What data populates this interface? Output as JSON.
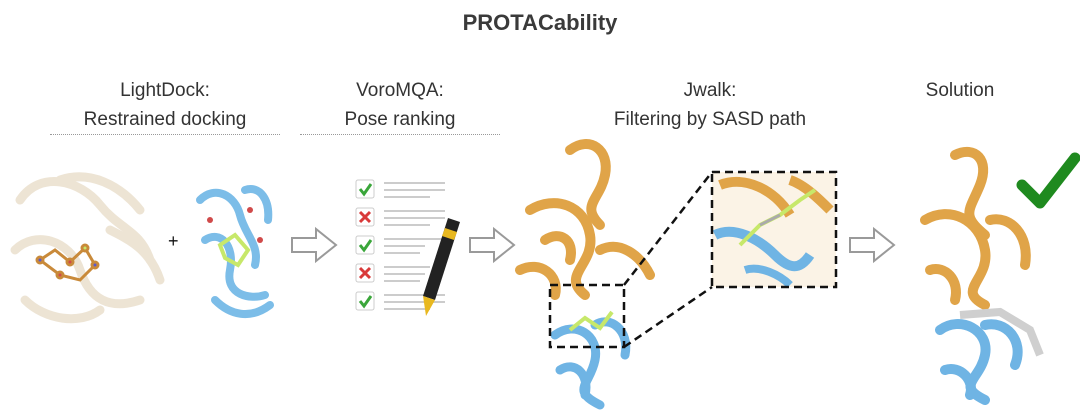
{
  "title": "PROTACability",
  "steps": [
    {
      "line1": "LightDock:",
      "line2": "Restrained docking"
    },
    {
      "line1": "VoroMQA:",
      "line2": "Pose ranking"
    },
    {
      "line1": "Jwalk:",
      "line2": "Filtering by SASD path"
    },
    {
      "line1": "Solution",
      "line2": ""
    }
  ],
  "plus_sign": "+",
  "checklist": [
    "check",
    "cross",
    "check",
    "cross",
    "check"
  ],
  "colors": {
    "ligase": "#e0a448",
    "target": "#6fb4e4",
    "ligand": "#c7e86a",
    "check": "#3aa63a",
    "cross": "#d93a3a",
    "big_check": "#1f8a1f",
    "arrow": "#9a9a9a"
  },
  "icons": {
    "arrows": "outline-right-arrow",
    "pen": "fountain-pen",
    "solution": "checkmark"
  }
}
